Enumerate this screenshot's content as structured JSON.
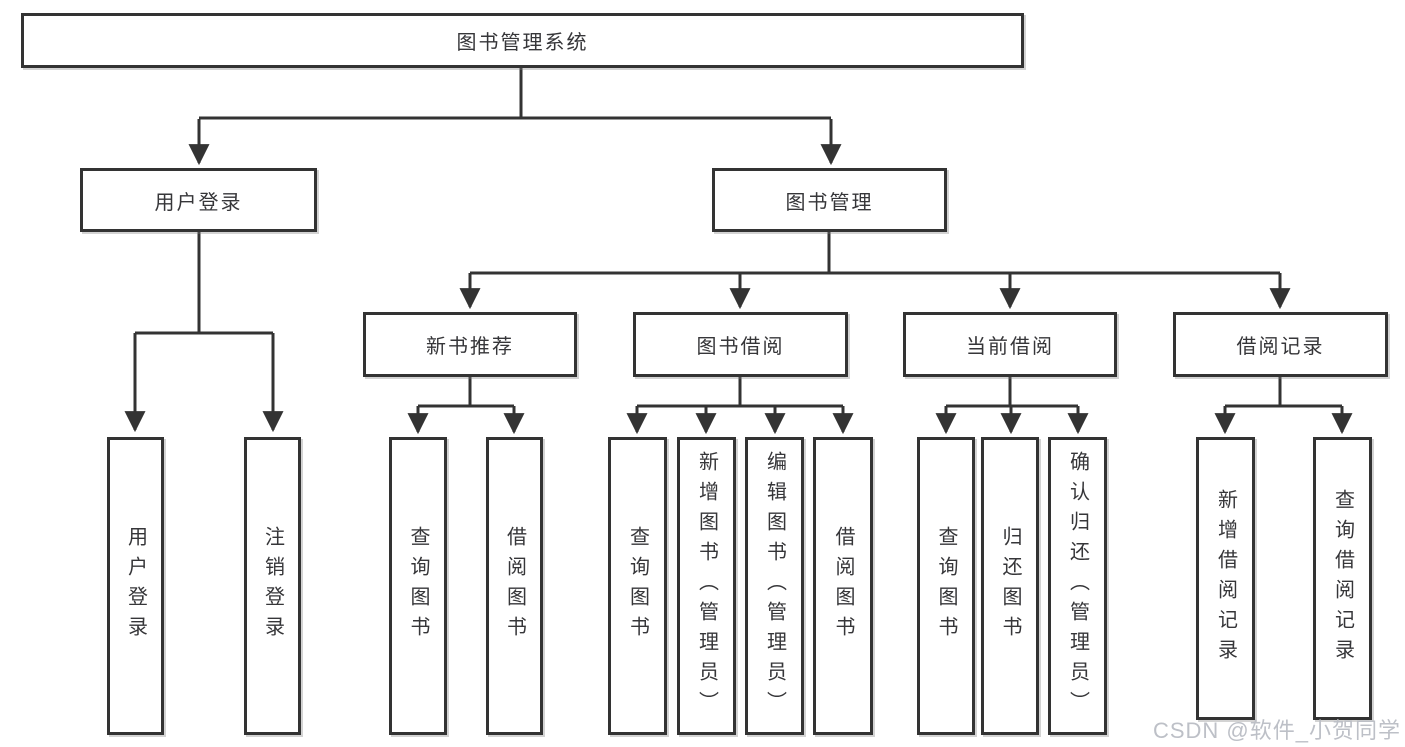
{
  "nodes": {
    "root": "图书管理系统",
    "user_login": "用户登录",
    "book_mgmt": "图书管理",
    "new_book_rec": "新书推荐",
    "book_borrow": "图书借阅",
    "current_borrow": "当前借阅",
    "borrow_records": "借阅记录",
    "ul_user_login": "用户登录",
    "ul_logout": "注销登录",
    "nb_query_books": "查询图书",
    "nb_borrow_books": "借阅图书",
    "bb_query_books": "查询图书",
    "bb_add_books": "新增图书（管理员）",
    "bb_edit_books": "编辑图书（管理员）",
    "bb_borrow_books": "借阅图书",
    "cb_query_books": "查询图书",
    "cb_return_books": "归还图书",
    "cb_confirm_return": "确认归还（管理员）",
    "br_add_record": "新增借阅记录",
    "br_query_record": "查询借阅记录"
  },
  "hierarchy": {
    "root": [
      "user_login",
      "book_mgmt"
    ],
    "user_login": [
      "ul_user_login",
      "ul_logout"
    ],
    "book_mgmt": [
      "new_book_rec",
      "book_borrow",
      "current_borrow",
      "borrow_records"
    ],
    "new_book_rec": [
      "nb_query_books",
      "nb_borrow_books"
    ],
    "book_borrow": [
      "bb_query_books",
      "bb_add_books",
      "bb_edit_books",
      "bb_borrow_books"
    ],
    "current_borrow": [
      "cb_query_books",
      "cb_return_books",
      "cb_confirm_return"
    ],
    "borrow_records": [
      "br_add_record",
      "br_query_record"
    ]
  },
  "watermark": "CSDN @软件_小贺同学",
  "colors": {
    "line": "#333333",
    "box_border": "#333333",
    "text": "#363639",
    "background": "#ffffff",
    "watermark": "#bdc0c7"
  }
}
